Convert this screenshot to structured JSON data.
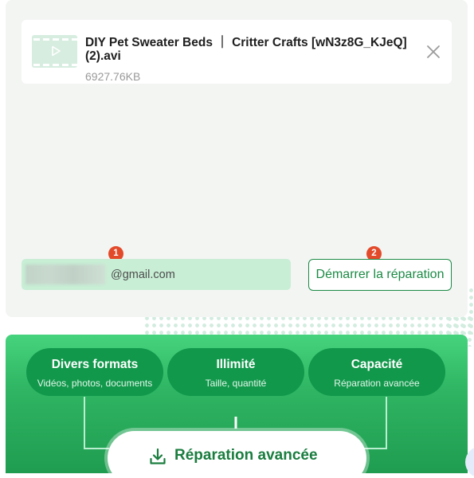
{
  "file": {
    "name": "DIY Pet Sweater Beds ｜ Critter Crafts [wN3z8G_KJeQ] (2).avi",
    "size": "6927.76KB",
    "thumbnail_icon": "video-file-icon",
    "close_icon": "close-icon"
  },
  "steps": {
    "one": "1",
    "two": "2"
  },
  "email": {
    "visible_suffix": "@gmail.com"
  },
  "start_button": {
    "label": "Démarrer la réparation"
  },
  "features": [
    {
      "title": "Divers formats",
      "subtitle": "Vidéos, photos, documents"
    },
    {
      "title": "Illimité",
      "subtitle": "Taille, quantité"
    },
    {
      "title": "Capacité",
      "subtitle": "Réparation avancée"
    }
  ],
  "advanced_button": {
    "label": "Réparation avancée",
    "icon": "download-icon"
  },
  "colors": {
    "brand_green": "#1b8a45",
    "badge_red": "#e24a2a",
    "input_bg": "#c8eed5",
    "panel_bg": "#f3f5f3"
  }
}
